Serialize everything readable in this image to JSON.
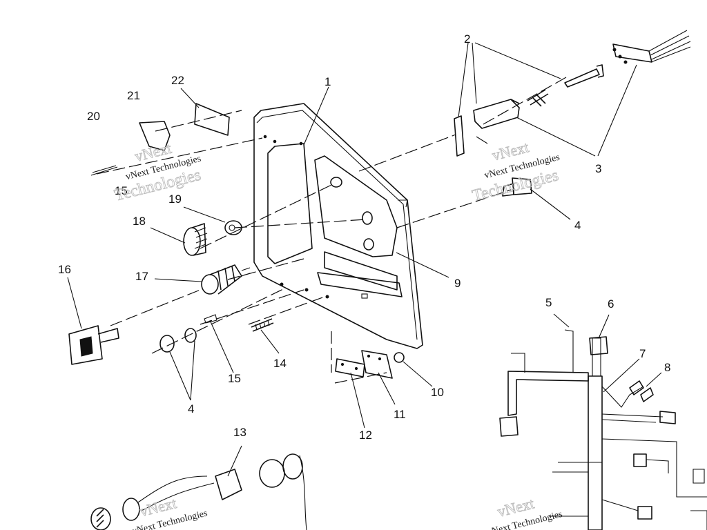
{
  "diagram": {
    "callouts": [
      {
        "id": "1",
        "text": "1"
      },
      {
        "id": "2",
        "text": "2"
      },
      {
        "id": "3",
        "text": "3"
      },
      {
        "id": "4a",
        "text": "4"
      },
      {
        "id": "4b",
        "text": "4"
      },
      {
        "id": "5",
        "text": "5"
      },
      {
        "id": "6",
        "text": "6"
      },
      {
        "id": "7",
        "text": "7"
      },
      {
        "id": "8",
        "text": "8"
      },
      {
        "id": "9",
        "text": "9"
      },
      {
        "id": "10",
        "text": "10"
      },
      {
        "id": "11",
        "text": "11"
      },
      {
        "id": "12",
        "text": "12"
      },
      {
        "id": "13",
        "text": "13"
      },
      {
        "id": "14",
        "text": "14"
      },
      {
        "id": "15a",
        "text": "15"
      },
      {
        "id": "15b",
        "text": "15"
      },
      {
        "id": "16",
        "text": "16"
      },
      {
        "id": "17",
        "text": "17"
      },
      {
        "id": "18",
        "text": "18"
      },
      {
        "id": "19",
        "text": "19"
      },
      {
        "id": "20",
        "text": "20"
      },
      {
        "id": "21",
        "text": "21"
      },
      {
        "id": "22",
        "text": "22"
      }
    ],
    "watermark": {
      "brand": "vNext",
      "line": "vNext Technologies",
      "word": "Technologies"
    }
  }
}
